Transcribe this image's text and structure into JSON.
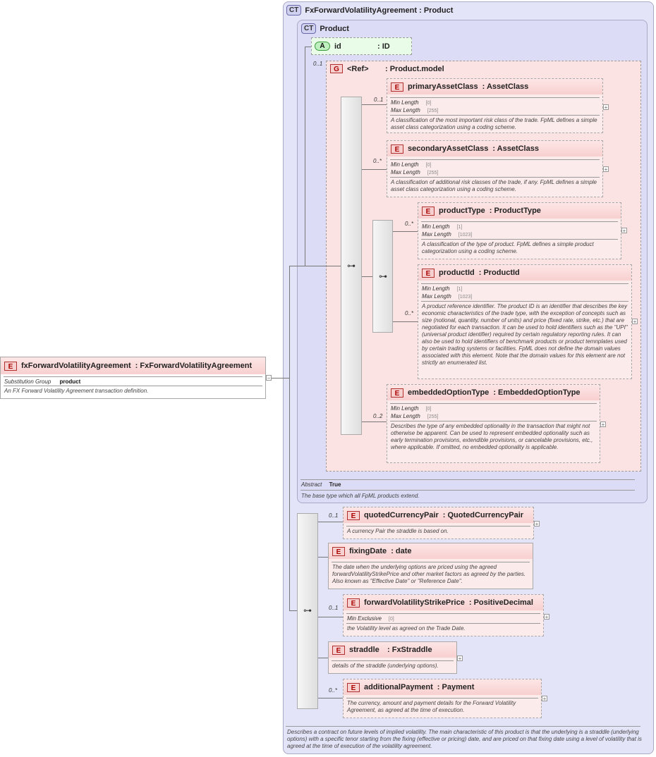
{
  "root": {
    "badge": "E",
    "name": "fxForwardVolatilityAgreement",
    "type": ": FxForwardVolatilityAgreement",
    "subst_label": "Substitution Group",
    "subst_value": "product",
    "desc": "An FX Forward Volatility Agreement transaction definition.",
    "collapse": "−"
  },
  "ct_outer": {
    "badge": "CT",
    "title": "FxForwardVolatilityAgreement : Product",
    "desc": "Describes a contract on future levels of implied volatility. The main characteristic of this product is that the underlying is a straddle (underlying options) with a specific tenor starting from the fixing (effective or pricing) date, and are priced on that fixing date using a level of volatility that is agreed at the time of execution of the volatility agreement."
  },
  "ct_inner": {
    "badge": "CT",
    "title": "Product",
    "abstract_label": "Abstract",
    "abstract_value": "True",
    "desc": "The base type which all FpML products extend."
  },
  "attribute": {
    "badge": "A",
    "name": "id",
    "type": ": ID"
  },
  "group": {
    "badge": "G",
    "name": "<Ref>",
    "type": ": Product.model",
    "occurs": "0..1"
  },
  "elements": {
    "primaryAssetClass": {
      "badge": "E",
      "name": "primaryAssetClass",
      "type": ": AssetClass",
      "occurs": "0..1",
      "f1": "Min Length",
      "v1": "[0]",
      "f2": "Max Length",
      "v2": "[255]",
      "desc": "A classification of the most important risk class of the trade. FpML defines a simple asset class categorization using a coding scheme."
    },
    "secondaryAssetClass": {
      "badge": "E",
      "name": "secondaryAssetClass",
      "type": ": AssetClass",
      "occurs": "0..*",
      "f1": "Min Length",
      "v1": "[0]",
      "f2": "Max Length",
      "v2": "[255]",
      "desc": "A classification of additional risk classes of the trade, if any. FpML defines a simple asset class categorization using a coding scheme."
    },
    "productType": {
      "badge": "E",
      "name": "productType",
      "type": ": ProductType",
      "occurs": "0..*",
      "f1": "Min Length",
      "v1": "[1]",
      "f2": "Max Length",
      "v2": "[1023]",
      "desc": "A classification of the type of product. FpML defines a simple product categorization using a coding scheme."
    },
    "productId": {
      "badge": "E",
      "name": "productId",
      "type": ": ProductId",
      "occurs": "0..*",
      "f1": "Min Length",
      "v1": "[1]",
      "f2": "Max Length",
      "v2": "[1023]",
      "desc": "A product reference identifier. The product ID is an identifier that describes the key economic characteristics of the trade type, with the exception of concepts such as size (notional, quantity, number of units) and price (fixed rate, strike, etc.) that are negotiated for each transaction. It can be used to hold identifiers such as the \"UPI\" (universal product identifier) required by certain regulatory reporting rules. It can also be used to hold identifiers of benchmark products or product temnplates used by certain trading systems or facilities. FpML does not define the domain values associated with this element. Note that the domain values for this element are not strictly an enumerated list."
    },
    "embeddedOptionType": {
      "badge": "E",
      "name": "embeddedOptionType",
      "type": ": EmbeddedOptionType",
      "occurs": "0..2",
      "f1": "Min Length",
      "v1": "[0]",
      "f2": "Max Length",
      "v2": "[255]",
      "desc": "Describes the type of any embedded optionality in the transaction that might not otherwise be apparent. Can be used to represent embedded optionality such as early termination provisions, extendible provisions, or cancelable provisions, etc., where applicable. If omitted, no embedded optionality is applicable."
    },
    "quotedCurrencyPair": {
      "badge": "E",
      "name": "quotedCurrencyPair",
      "type": ": QuotedCurrencyPair",
      "occurs": "0..1",
      "desc": "A currency Pair the straddle is based on."
    },
    "fixingDate": {
      "badge": "E",
      "name": "fixingDate",
      "type": ": date",
      "desc": "The date when the underlying options are priced using the agreed forwardVolatilityStrikePrice and other market factors as agreed by the parties. Also known as \"Effective Date\" or \"Reference Date\"."
    },
    "forwardVolatilityStrikePrice": {
      "badge": "E",
      "name": "forwardVolatilityStrikePrice",
      "type": ": PositiveDecimal",
      "occurs": "0..1",
      "f1": "Min Exclusive",
      "v1": "[0]",
      "desc": "the Volatility level as agreed on the Trade Date."
    },
    "straddle": {
      "badge": "E",
      "name": "straddle",
      "type": ": FxStraddle",
      "desc": "details of the straddle (underlying options)."
    },
    "additionalPayment": {
      "badge": "E",
      "name": "additionalPayment",
      "type": ": Payment",
      "occurs": "0..*",
      "desc": "The currency, amount and payment details for the Forward Volatility Agreement, as agreed at the time of execution."
    }
  },
  "icons": {
    "sequence": "sequence-icon",
    "expand": "plus-icon",
    "ct": "complex-type-icon"
  },
  "colors": {
    "element_bg": "#fcebeb",
    "ct_bg": "#e4e4f8",
    "attr_bg": "#e8fce8",
    "group_bg": "#fbe3e3"
  }
}
